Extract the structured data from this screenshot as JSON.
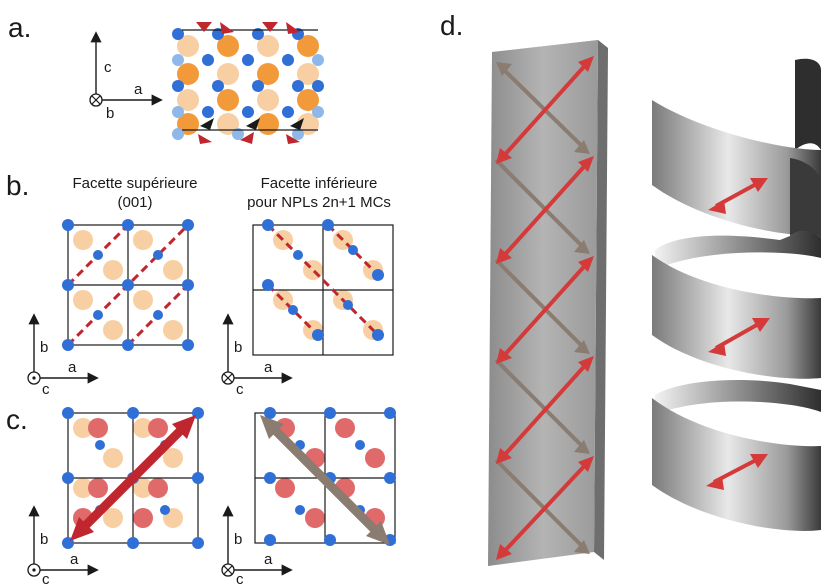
{
  "panels": {
    "a": "a.",
    "b": "b.",
    "c": "c.",
    "d": "d."
  },
  "captions": {
    "top_facet_line1": "Facette supérieure",
    "top_facet_line2": "(001)",
    "bottom_facet_line1": "Facette inférieure",
    "bottom_facet_line2": "pour NPLs 2n+1 MCs"
  },
  "axes": {
    "a": "a",
    "b": "b",
    "c": "c"
  },
  "colors": {
    "blue_atom": "#2f6fd6",
    "light_blue_atom": "#8fb8ea",
    "orange_atom": "#f29a3a",
    "peach_atom": "#f8cfa3",
    "red_dipole": "#c0262d",
    "gray_arrow": "#8a7c70",
    "strip_gray": "#9a9a9a"
  }
}
